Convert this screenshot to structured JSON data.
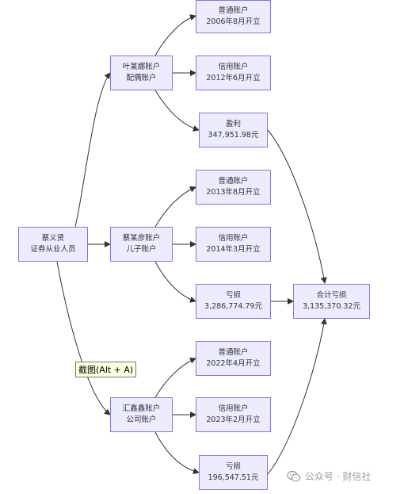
{
  "nodes": {
    "root": {
      "line1": "蔡义贤",
      "line2": "证券从业人员"
    },
    "ye": {
      "line1": "叶某娜账户",
      "line2": "配偶账户"
    },
    "ye_normal": {
      "line1": "普通账户",
      "line2": "2006年8月开立"
    },
    "ye_credit": {
      "line1": "信用账户",
      "line2": "2012年6月开立"
    },
    "ye_profit": {
      "line1": "盈利",
      "line2": "347,951.98元"
    },
    "cai": {
      "line1": "蔡某彦账户",
      "line2": "儿子账户"
    },
    "cai_normal": {
      "line1": "普通账户",
      "line2": "2013年8月开立"
    },
    "cai_credit": {
      "line1": "信用账户",
      "line2": "2014年3月开立"
    },
    "cai_loss": {
      "line1": "亏损",
      "line2": "3,286,774.79元"
    },
    "total": {
      "line1": "合计亏损",
      "line2": "3,135,370.32元"
    },
    "hui": {
      "line1": "汇鑫鑫账户",
      "line2": "公司账户"
    },
    "hui_normal": {
      "line1": "普通账户",
      "line2": "2022年4月开立"
    },
    "hui_credit": {
      "line1": "信用账户",
      "line2": "2023年2月开立"
    },
    "hui_loss": {
      "line1": "亏损",
      "line2": "196,547.51元"
    }
  },
  "tooltip": {
    "text": "截图(Alt + A)"
  },
  "watermark": {
    "text": "公众号 · 财信社"
  },
  "colors": {
    "node_fill": "#ececff",
    "node_border": "#9370db",
    "edge": "#333333"
  }
}
